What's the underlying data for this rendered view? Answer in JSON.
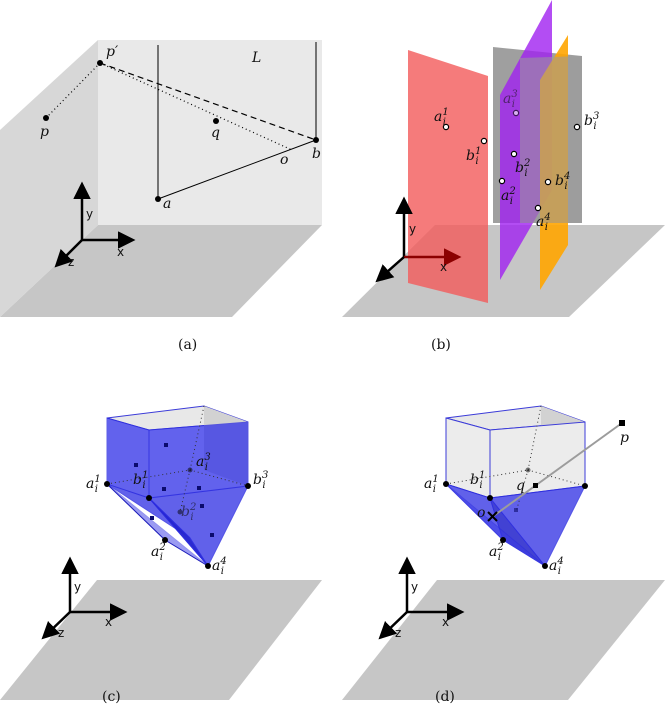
{
  "panel_a": {
    "caption": "(a)",
    "points": {
      "p": "p",
      "p_prime": "p′",
      "q": "q",
      "o": "o",
      "b": "b",
      "a": "a"
    },
    "plane_label": "L",
    "axes": {
      "x": "x",
      "y": "y",
      "z": "z"
    }
  },
  "panel_b": {
    "caption": "(b)",
    "axes": {
      "x": "x",
      "y": "y"
    },
    "points": [
      {
        "base": "a",
        "sub": "i",
        "sup": "1"
      },
      {
        "base": "b",
        "sub": "i",
        "sup": "1"
      },
      {
        "base": "a",
        "sub": "i",
        "sup": "3"
      },
      {
        "base": "b",
        "sub": "i",
        "sup": "2"
      },
      {
        "base": "a",
        "sub": "i",
        "sup": "2"
      },
      {
        "base": "b",
        "sub": "i",
        "sup": "3"
      },
      {
        "base": "b",
        "sub": "i",
        "sup": "4"
      },
      {
        "base": "a",
        "sub": "i",
        "sup": "4"
      }
    ],
    "colors": {
      "red": "#f25a5a",
      "purple": "#a020f0",
      "orange": "#ffa500",
      "gray": "#9a9a9a"
    }
  },
  "panel_c": {
    "caption": "(c)",
    "axes": {
      "x": "x",
      "y": "y",
      "z": "z"
    },
    "points": [
      {
        "base": "a",
        "sub": "i",
        "sup": "1"
      },
      {
        "base": "b",
        "sub": "i",
        "sup": "1"
      },
      {
        "base": "a",
        "sub": "i",
        "sup": "3"
      },
      {
        "base": "b",
        "sub": "i",
        "sup": "3"
      },
      {
        "base": "b",
        "sub": "i",
        "sup": "2"
      },
      {
        "base": "a",
        "sub": "i",
        "sup": "2"
      },
      {
        "base": "a",
        "sub": "i",
        "sup": "4"
      }
    ]
  },
  "panel_d": {
    "caption": "(d)",
    "axes": {
      "x": "x",
      "y": "y",
      "z": "z"
    },
    "points": [
      {
        "base": "a",
        "sub": "i",
        "sup": "1"
      },
      {
        "base": "b",
        "sub": "i",
        "sup": "1"
      },
      {
        "base": "a",
        "sub": "i",
        "sup": "2"
      },
      {
        "base": "a",
        "sub": "i",
        "sup": "4"
      }
    ],
    "p": "p",
    "q": "q",
    "o": "o"
  }
}
